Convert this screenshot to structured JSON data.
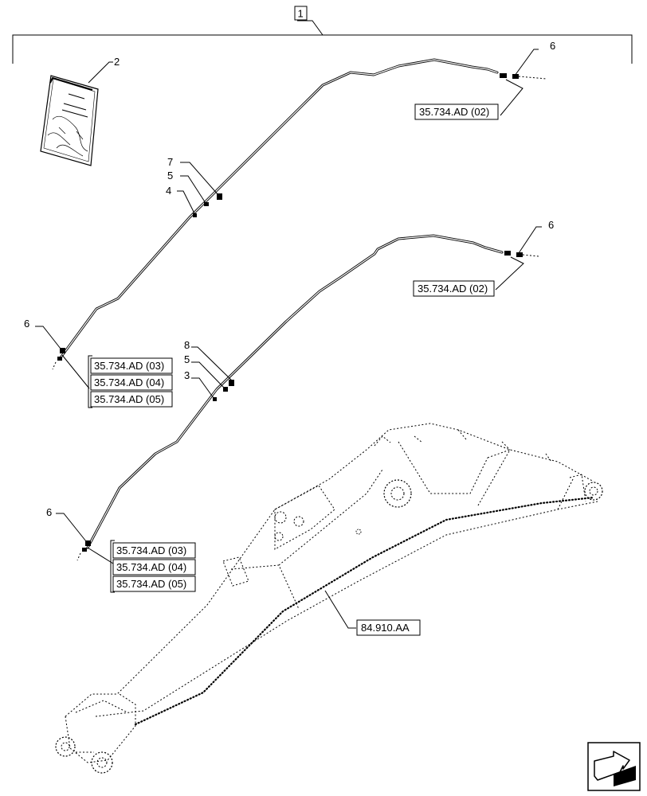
{
  "assembly_number": "1",
  "item_numbers": {
    "decal": "2",
    "pipe_lower_item3": "3",
    "pipe_upper_item4": "4",
    "fitting_upper_item5": "5",
    "fitting_lower_item5": "5",
    "fitting_item6_upper_right": "6",
    "fitting_item6_lower_right": "6",
    "fitting_item6_upper_left": "6",
    "fitting_item6_lower_left": "6",
    "clamp_item7": "7",
    "clamp_item8": "8"
  },
  "references": {
    "upper_right": "35.734.AD (02)",
    "lower_right": "35.734.AD (02)",
    "upper_left": [
      "35.734.AD (03)",
      "35.734.AD (04)",
      "35.734.AD (05)"
    ],
    "lower_left": [
      "35.734.AD (03)",
      "35.734.AD (04)",
      "35.734.AD (05)"
    ],
    "boom": "84.910.AA"
  },
  "nav_icon": "previous-page-arrow-icon"
}
